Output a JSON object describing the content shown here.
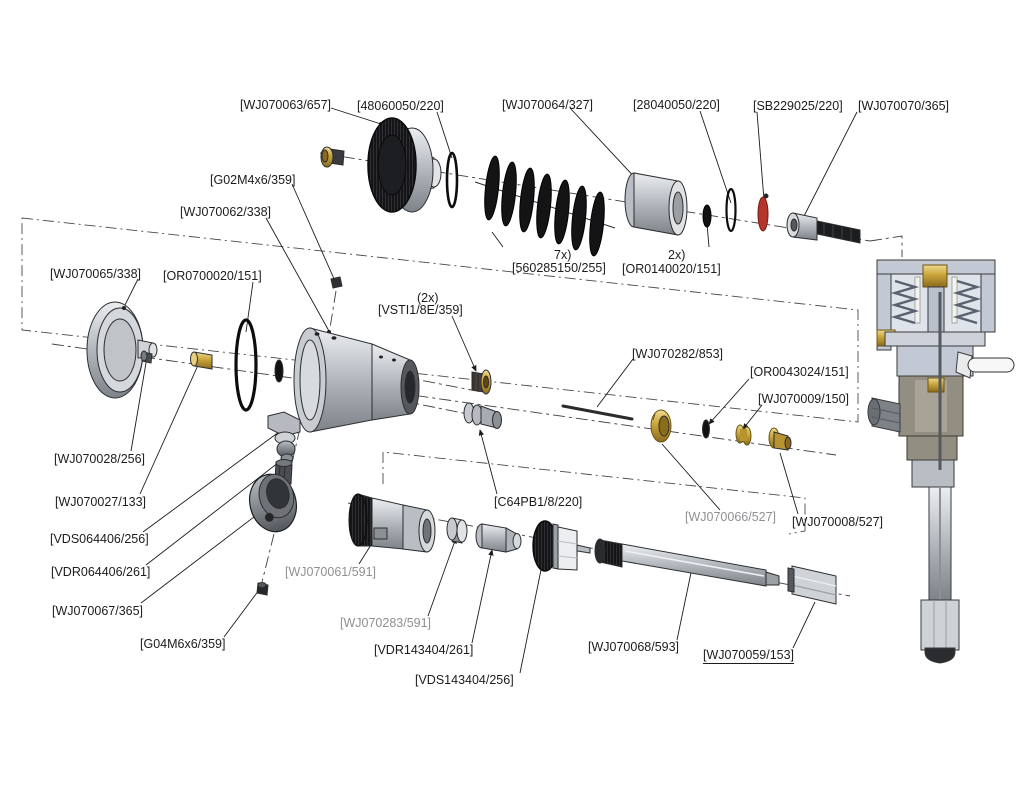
{
  "diagram": {
    "type": "exploded-parts-drawing",
    "background": "#ffffff",
    "colors": {
      "steel": "#c6cad0",
      "dark_part": "#17181a",
      "brass": "#c9a43a",
      "red_part": "#b5342c",
      "line": "#3a3a3a",
      "label_text": "#1c1c1c",
      "dim_label_text": "#8f9093"
    },
    "labels": [
      {
        "id": "wj070063-657",
        "text": "[WJ070063/657]"
      },
      {
        "id": "48060050-220",
        "text": "[48060050/220]"
      },
      {
        "id": "wj070064-327",
        "text": "[WJ070064/327]"
      },
      {
        "id": "28040050-220",
        "text": "[28040050/220]"
      },
      {
        "id": "sb229025-220",
        "text": "[SB229025/220]"
      },
      {
        "id": "wj070070-365",
        "text": "[WJ070070/365]"
      },
      {
        "id": "g02m4x6-359",
        "text": "[G02M4x6/359]"
      },
      {
        "id": "wj070062-338",
        "text": "[WJ070062/338]"
      },
      {
        "id": "wj070065-338",
        "text": "[WJ070065/338]"
      },
      {
        "id": "or0700020-151",
        "text": "[OR0700020/151]"
      },
      {
        "id": "vsti-qty",
        "text": "(2x)"
      },
      {
        "id": "vsti1-8e-359",
        "text": "[VSTI1/8E/359]"
      },
      {
        "id": "disc-spring-qty",
        "text": "7x)"
      },
      {
        "id": "560285150-255",
        "text": "[560285150/255]"
      },
      {
        "id": "oring-qty",
        "text": "2x)"
      },
      {
        "id": "or0140020-151",
        "text": "[OR0140020/151]"
      },
      {
        "id": "wj070282-853",
        "text": "[WJ070282/853]"
      },
      {
        "id": "or0043024-151",
        "text": "[OR0043024/151]"
      },
      {
        "id": "wj070009-150",
        "text": "[WJ070009/150]"
      },
      {
        "id": "wj070028-256",
        "text": "[WJ070028/256]"
      },
      {
        "id": "wj070027-133",
        "text": "[WJ070027/133]"
      },
      {
        "id": "vds064406-256",
        "text": "[VDS064406/256]"
      },
      {
        "id": "vdr064406-261",
        "text": "[VDR064406/261]"
      },
      {
        "id": "wj070067-365",
        "text": "[WJ070067/365]"
      },
      {
        "id": "g04m6x6-359",
        "text": "[G04M6x6/359]"
      },
      {
        "id": "wj070061-591",
        "text": "[WJ070061/591]"
      },
      {
        "id": "wj070283-591",
        "text": "[WJ070283/591]"
      },
      {
        "id": "vdr143404-261",
        "text": "[VDR143404/261]"
      },
      {
        "id": "vds143404-256",
        "text": "[VDS143404/256]"
      },
      {
        "id": "c64pb1-8-220",
        "text": "[C64PB1/8/220]"
      },
      {
        "id": "wj070066-527",
        "text": "[WJ070066/527]"
      },
      {
        "id": "wj070008-527",
        "text": "[WJ070008/527]"
      },
      {
        "id": "wj070068-593",
        "text": "[WJ070068/593]"
      },
      {
        "id": "wj070059-153",
        "text": "[WJ070059/153]"
      }
    ]
  }
}
